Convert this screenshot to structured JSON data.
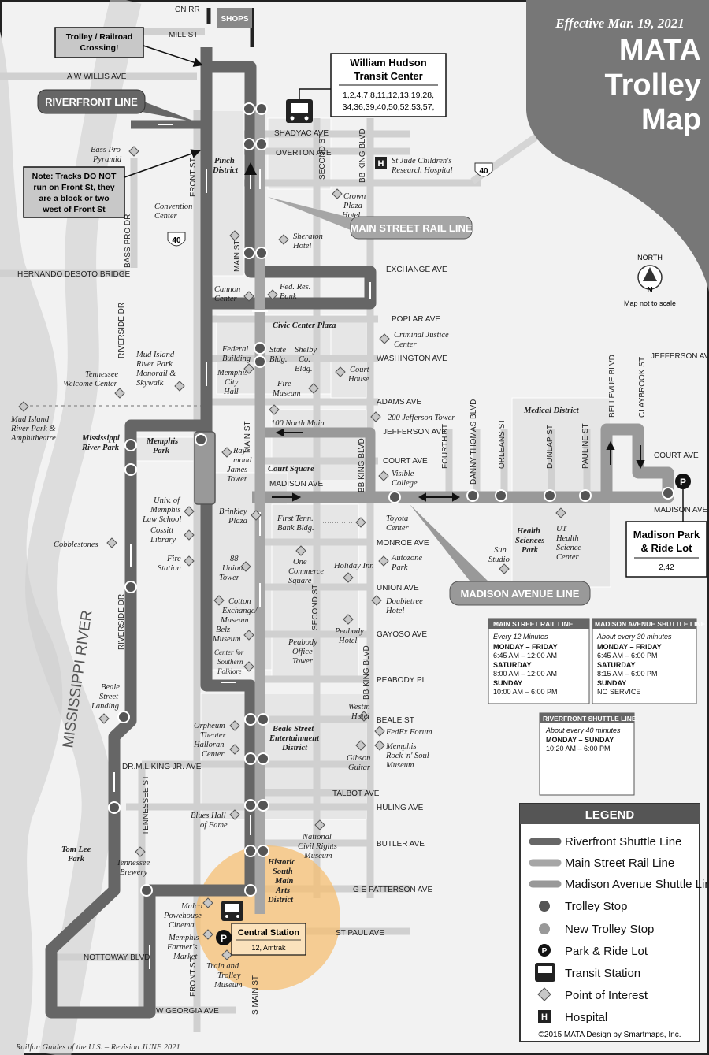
{
  "header": {
    "effective": "Effective Mar. 19, 2021",
    "title_lines": [
      "MATA",
      "Trolley",
      "Map"
    ]
  },
  "north": {
    "label": "NORTH",
    "letter": "N",
    "note": "Map not to scale"
  },
  "callouts": {
    "crossing": [
      "Trolley / Railroad",
      "Crossing!"
    ],
    "front_note": [
      "Note: Tracks DO NOT",
      "run on Front St, they",
      "are a block or two",
      "west of Front St"
    ],
    "riverfront_line": "RIVERFRONT LINE",
    "main_street_line": "MAIN STREET RAIL LINE",
    "madison_line": "MADISON AVENUE LINE"
  },
  "transit_center": {
    "title": [
      "William Hudson",
      "Transit Center"
    ],
    "routes": [
      "1,2,4,7,8,11,12,13,19,28,",
      "34,36,39,40,50,52,53,57,"
    ]
  },
  "park_ride": {
    "title": [
      "Madison Park",
      "& Ride Lot"
    ],
    "routes": "2,42"
  },
  "central_station": {
    "title": "Central Station",
    "routes": "12, Amtrak"
  },
  "shops": "SHOPS",
  "river_label": "MISSISSIPPI RIVER",
  "interstate": "40",
  "streets": {
    "cn_rr": "CN RR",
    "mill": "MILL ST",
    "willis": "A W WILLIS AVE",
    "shadyac": "SHADYAC AVE",
    "overton": "OVERTON AVE",
    "second": "SECOND ST",
    "bbking": "BB KING BLVD",
    "front": "FRONT ST",
    "basspro": "BASS PRO DR",
    "hernando": "HERNANDO DESOTO BRIDGE",
    "main": "MAIN ST",
    "exchange": "EXCHANGE AVE",
    "poplar": "POPLAR AVE",
    "riverside": "RIVERSIDE DR",
    "washington": "WASHINGTON AVE",
    "adams": "ADAMS AVE",
    "jefferson": "JEFFERSON AVE",
    "jefferson_e": "JEFFERSON AVE",
    "court": "COURT AVE",
    "court_e": "COURT AVE",
    "madison": "MADISON AVE",
    "madison_e": "MADISON AVE",
    "fourth": "FOURTH ST",
    "danny": "DANNY THOMAS BLVD",
    "orleans": "ORLEANS ST",
    "dunlap": "DUNLAP ST",
    "pauline": "PAULINE ST",
    "bellevue": "BELLEVUE BLVD",
    "claybrook": "CLAYBROOK ST",
    "monroe": "MONROE AVE",
    "union": "UNION AVE",
    "gayoso": "GAYOSO AVE",
    "peabody": "PEABODY PL",
    "beale": "BEALE ST",
    "mlk": "DR.M.L.KING JR. AVE",
    "talbot": "TALBOT AVE",
    "huling": "HULING AVE",
    "tennessee": "TENNESSEE ST",
    "butler": "BUTLER AVE",
    "gepatterson": "G E PATTERSON AVE",
    "stpaul": "ST PAUL AVE",
    "nottoway": "NOTTOWAY BLVD",
    "georgia": "W GEORGIA AVE",
    "smain": "S MAIN ST",
    "front_s": "FRONT ST",
    "second_s": "SECOND ST",
    "bbking_s": "BB KING BLVD",
    "bbking_m": "BB KING BLVD"
  },
  "pois": {
    "basspro": [
      "Bass Pro",
      "Pyramid"
    ],
    "pinch": [
      "Pinch",
      "District"
    ],
    "stjude": [
      "St Jude Children's",
      "Research Hospital"
    ],
    "crowne": [
      "Crown",
      "Plaza",
      "Hotel"
    ],
    "convention": [
      "Convention",
      "Center"
    ],
    "sheraton": [
      "Sheraton",
      "Hotel"
    ],
    "cannon": [
      "Cannon",
      "Center"
    ],
    "fedres": [
      "Fed. Res.",
      "Bank"
    ],
    "civic": "Civic Center Plaza",
    "federal": [
      "Federal",
      "Building"
    ],
    "statebldg": [
      "State",
      "Bldg."
    ],
    "shelby": [
      "Shelby",
      "Co.",
      "Bldg."
    ],
    "criminal": [
      "Criminal Justice",
      "Center"
    ],
    "cityhall": [
      "Memphis",
      "City",
      "Hall"
    ],
    "courthouse": [
      "Court",
      "House"
    ],
    "fire": [
      "Fire",
      "Museum"
    ],
    "mudisland": [
      "Mud Island",
      "River Park",
      "Monorail &",
      "Skywalk"
    ],
    "welcome": [
      "Tennessee",
      "Welcome Center"
    ],
    "mudamphi": [
      "Mud Island",
      "River Park &",
      "Amphitheatre"
    ],
    "northmain": "100 North Main",
    "jefftower": "200 Jefferson Tower",
    "medical": "Medical District",
    "mspark": [
      "Mississippi",
      "River Park"
    ],
    "memphispark": [
      "Memphis",
      "Park"
    ],
    "raymond": [
      "Ray-",
      "mond",
      "James",
      "Tower"
    ],
    "courtsq": "Court Square",
    "visible": [
      "Visible",
      "College"
    ],
    "uom": [
      "Univ. of",
      "Memphis",
      "Law School"
    ],
    "cossitt": [
      "Cossitt",
      "Library"
    ],
    "brinkley": [
      "Brinkley",
      "Plaza"
    ],
    "firstenn": [
      "First Tenn.",
      "Bank Bldg."
    ],
    "toyota": [
      "Toyota",
      "Center"
    ],
    "health": [
      "Health",
      "Sciences",
      "Park"
    ],
    "uthealth": [
      "UT",
      "Health",
      "Science",
      "Center"
    ],
    "sunstudio": [
      "Sun",
      "Studio"
    ],
    "cobblestones": "Cobblestones",
    "firestation": [
      "Fire",
      "Station"
    ],
    "union88": [
      "88",
      "Union",
      "Tower"
    ],
    "onecommerce": [
      "One",
      "Commerce",
      "Square"
    ],
    "holidayinn": "Holiday Inn",
    "autozone": [
      "Autozone",
      "Park"
    ],
    "cotton": [
      "Cotton",
      "Exchange/",
      "Museum"
    ],
    "doubletree": [
      "Doubletree",
      "Hotel"
    ],
    "belz": [
      "Belz",
      "Museum"
    ],
    "peabodyhotel": [
      "Peabody",
      "Hotel"
    ],
    "southernfolk": [
      "Center for",
      "Southern",
      "Folklore"
    ],
    "peabodytower": [
      "Peabody",
      "Office",
      "Tower"
    ],
    "bealelanding": [
      "Beale",
      "Street",
      "Landing"
    ],
    "westin": [
      "Westin",
      "Hotel"
    ],
    "fedex": "FedEx Forum",
    "orpheum": [
      "Orpheum",
      "Theater"
    ],
    "bealeent": [
      "Beale Street",
      "Entertainment",
      "District"
    ],
    "rocksoul": [
      "Memphis",
      "Rock 'n' Soul",
      "Museum"
    ],
    "halloran": [
      "Halloran",
      "Center"
    ],
    "gibson": [
      "Gibson",
      "Guitar"
    ],
    "blueshall": [
      "Blues Hall",
      "of Fame"
    ],
    "tomlee": [
      "Tom Lee",
      "Park"
    ],
    "civilrights": [
      "National",
      "Civil Rights",
      "Museum"
    ],
    "tnbrewery": [
      "Tennessee",
      "Brewery"
    ],
    "southmain": [
      "Historic",
      "South",
      "Main",
      "Arts",
      "District"
    ],
    "malco": [
      "Malco",
      "Powehouse",
      "Cinema"
    ],
    "farmers": [
      "Memphis",
      "Farmer's",
      "Market"
    ],
    "trainmuseum": [
      "Train and",
      "Trolley",
      "Museum"
    ]
  },
  "schedules": [
    {
      "title": "MAIN STREET RAIL LINE",
      "freq": "Every 12 Minutes",
      "rows": [
        [
          "MONDAY – FRIDAY",
          "6:45 AM – 12:00 AM"
        ],
        [
          "SATURDAY",
          "8:00 AM – 12:00 AM"
        ],
        [
          "SUNDAY",
          "10:00 AM – 6:00 PM"
        ]
      ]
    },
    {
      "title": "MADISON AVENUE SHUTTLE LINE",
      "freq": "About every 30 minutes",
      "rows": [
        [
          "MONDAY – FRIDAY",
          "6:45 AM – 6:00 PM"
        ],
        [
          "SATURDAY",
          "8:15 AM – 6:00 PM"
        ],
        [
          "SUNDAY",
          "NO SERVICE"
        ]
      ]
    },
    {
      "title": "RIVERFRONT SHUTTLE LINE",
      "freq": "About every 40 minutes",
      "rows": [
        [
          "MONDAY – SUNDAY",
          "10:20 AM – 6:00 PM"
        ]
      ]
    }
  ],
  "legend": {
    "title": "LEGEND",
    "items": [
      {
        "icon": "riverfront-line-swatch",
        "label": "Riverfront Shuttle Line"
      },
      {
        "icon": "main-street-line-swatch",
        "label": "Main Street Rail Line"
      },
      {
        "icon": "madison-line-swatch",
        "label": "Madison Avenue Shuttle Line"
      },
      {
        "icon": "trolley-stop-icon",
        "label": "Trolley Stop"
      },
      {
        "icon": "new-trolley-stop-icon",
        "label": "New Trolley Stop"
      },
      {
        "icon": "park-ride-icon",
        "label": "Park & Ride Lot"
      },
      {
        "icon": "transit-station-icon",
        "label": "Transit Station"
      },
      {
        "icon": "point-of-interest-icon",
        "label": "Point of Interest"
      },
      {
        "icon": "hospital-icon",
        "label": "Hospital"
      }
    ],
    "credit": "©2015 MATA Design by Smartmaps, Inc."
  },
  "footer": "Railfan Guides of the U.S. – Revision JUNE 2021",
  "colors": {
    "riverfront": "#666666",
    "main": "#a6a6a6",
    "madison": "#999999",
    "highlight": "#f6bf73",
    "river": "#dcdcdc"
  }
}
